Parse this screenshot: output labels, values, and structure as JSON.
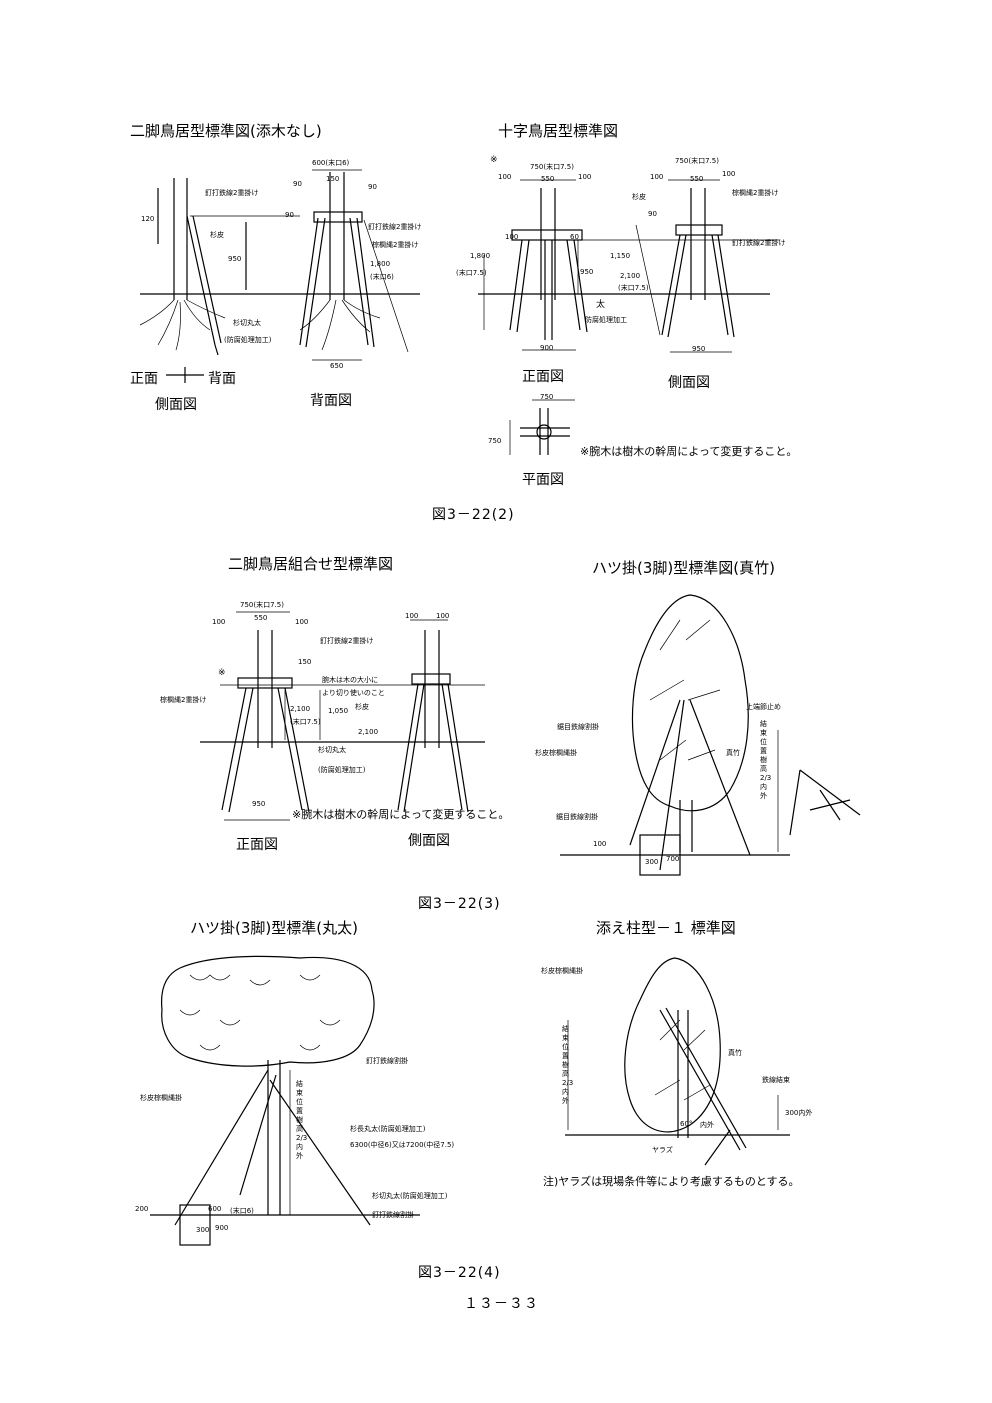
{
  "sections": {
    "nikyaku_torii": {
      "title": "二脚鳥居型標準図(添木なし)",
      "views": [
        "側面図",
        "背面図"
      ],
      "direction": {
        "front": "正面",
        "back": "背面"
      },
      "labels": {
        "nail": "釘打鉄線2重掛け",
        "nail2": "釘打鉄線2重掛け",
        "shuro": "棕櫚縄2重掛け",
        "sugikawa": "杉皮",
        "sugi_log": "杉切丸太",
        "treat": "(防腐処理加工)"
      },
      "dims": {
        "d120": "120",
        "d950": "950",
        "d1800": "1,800",
        "d_top": "600(末口6)",
        "d150": "150",
        "d90a": "90",
        "d90b": "90",
        "d90c": "90",
        "d650": "650",
        "d_end6": "(末口6)"
      }
    },
    "juji_torii": {
      "title": "十字鳥居型標準図",
      "views": [
        "正面図",
        "側面図",
        "平面図"
      ],
      "labels": {
        "sugikawa": "杉皮",
        "shuro": "棕櫚縄2重掛け",
        "nail": "釘打鉄線2重掛け",
        "futo": "太",
        "treat": "防腐処理加工",
        "mark": "※"
      },
      "dims": {
        "d750a": "750(末口7.5)",
        "d750b": "750(末口7.5)",
        "d550a": "550",
        "d550b": "550",
        "d100a": "100",
        "d100b": "100",
        "d100c": "100",
        "d100d": "100",
        "d100e": "100",
        "d90": "90",
        "d60": "60",
        "d1800": "1,800",
        "d_end75a": "(末口7.5)",
        "d950": "950",
        "d1150": "1,150",
        "d2100": "2,100",
        "d_end75b": "(末口7.5)",
        "d900": "900",
        "d950b": "950",
        "p750a": "750",
        "p750b": "750"
      },
      "note": "※腕木は樹木の幹周によって変更すること。"
    },
    "fig1": "図3－22(2)",
    "nikyaku_kumiawase": {
      "title": "二脚鳥居組合せ型標準図",
      "views": [
        "正面図",
        "側面図"
      ],
      "labels": {
        "nail": "釘打鉄線2重掛け",
        "shuro": "棕櫚縄2重掛け",
        "armwood1": "腕木は木の大小に",
        "armwood2": "より切り使いのこと",
        "sugikawa": "杉皮",
        "sugi_log": "杉切丸太",
        "treat": "(防腐処理加工)",
        "mark": "※"
      },
      "dims": {
        "d750": "750(末口7.5)",
        "d550": "550",
        "d100a": "100",
        "d100b": "100",
        "d100c": "100",
        "d100d": "100",
        "d150": "150",
        "d2100a": "2,100",
        "d_end75": "(末口7.5)",
        "d1050": "1,050",
        "d2100b": "2,100",
        "d950": "950"
      },
      "note": "※腕木は樹木の幹周によって変更すること。"
    },
    "hattsu_madake": {
      "title": "ハツ掛(3脚)型標準図(真竹)",
      "labels": {
        "stopper": "上端節止め",
        "nokome": "鋸目鉄線割掛",
        "sugikawa": "杉皮棕櫚縄掛",
        "madake": "真竹",
        "nokome2": "鋸目鉄線割掛",
        "binding": "結束位置樹高2/3内外"
      },
      "dims": {
        "d100": "100",
        "d300": "300",
        "d700": "700"
      }
    },
    "fig2": "図3－22(3)",
    "hattsu_maruta": {
      "title": "ハツ掛(3脚)型標準(丸太)",
      "labels": {
        "nail": "釘打鉄線割掛",
        "sugikawa": "杉皮棕櫚縄掛",
        "binding": "結束位置樹高2/3内外",
        "long_log": "杉長丸太(防腐処理加工)",
        "long_log_spec": "6300(中径6)又は7200(中径7.5)",
        "cut_log": "杉切丸太(防腐処理加工)",
        "nail2": "釘打鉄線割掛",
        "end6": "(末口6)"
      },
      "dims": {
        "d200": "200",
        "d600": "600",
        "d300": "300",
        "d900": "900"
      }
    },
    "soebashira": {
      "title": "添え柱型－１ 標準図",
      "labels": {
        "sugikawa": "杉皮棕櫚縄掛",
        "binding": "結束位置樹高2/3内外",
        "madake": "真竹",
        "wire": "鉄線結束",
        "yarazu": "ヤラズ",
        "angle": "60°",
        "d300": "300内外",
        "inner": "内外"
      },
      "note": "注)ヤラズは現場条件等により考慮するものとする。"
    },
    "fig3": "図3－22(4)",
    "page_number": "１３－３３"
  }
}
